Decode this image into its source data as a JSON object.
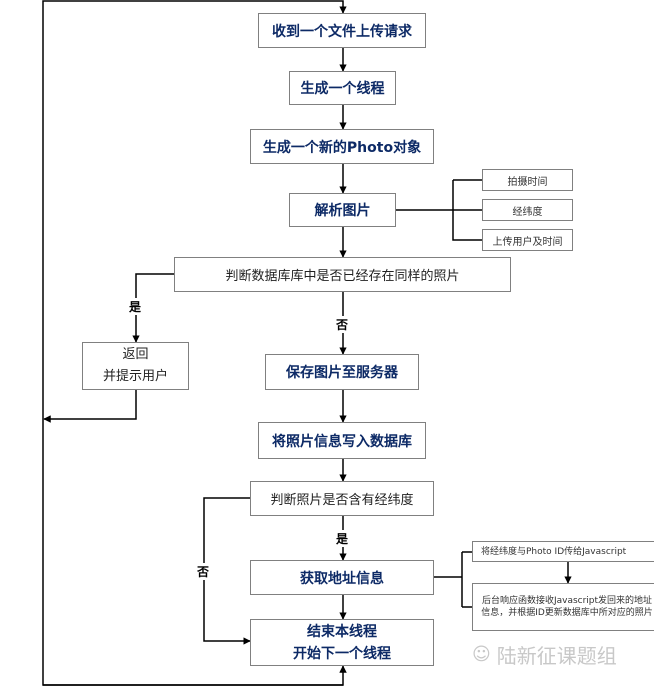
{
  "nodes": {
    "receive_request": "收到一个文件上传请求",
    "create_thread": "生成一个线程",
    "create_photo": "生成一个新的Photo对象",
    "parse_image": "解析图片",
    "parse_capture_time": "拍摄时间",
    "parse_lat_lng": "经纬度",
    "parse_upload_user": "上传用户及时间",
    "check_duplicate": "判断数据库库中是否已经存在同样的照片",
    "return_line1": "返回",
    "return_line2": "并提示用户",
    "save_to_server": "保存图片至服务器",
    "write_db": "将照片信息写入数据库",
    "check_latlng": "判断照片是否含有经纬度",
    "get_address": "获取地址信息",
    "send_js": "将经纬度与Photo ID传给Javascript",
    "backend_update": "后台响应函数接收Javascript发回来的地址信息，并根据ID更新数据库中所对应的照片",
    "end_line1": "结束本线程",
    "end_line2": "开始下一个线程"
  },
  "edge_labels": {
    "dup_yes": "是",
    "dup_no": "否",
    "latlng_yes": "是",
    "latlng_no": "否"
  },
  "watermark": {
    "icon": "wechat-icon",
    "text": "陆新征课题组"
  },
  "colors": {
    "bold_text": "#0d2a66",
    "border": "#808080",
    "watermark": "#c8c8c8"
  }
}
